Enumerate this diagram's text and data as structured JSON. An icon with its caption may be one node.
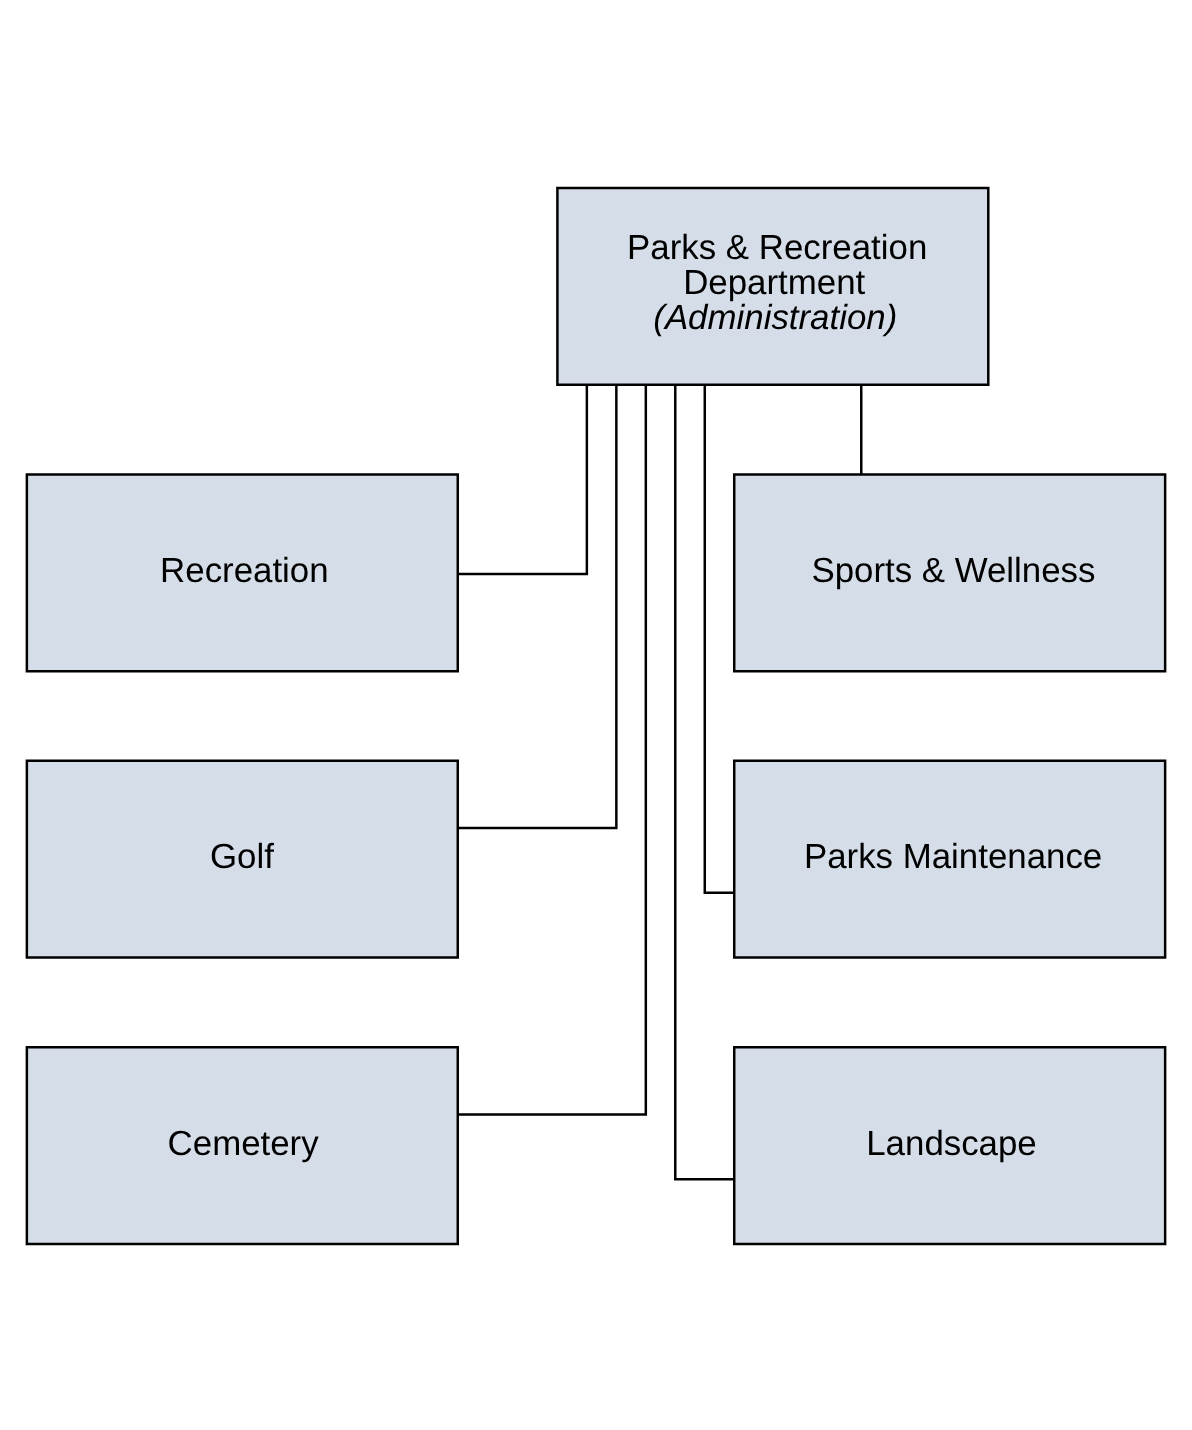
{
  "diagram": {
    "nodes": [
      {
        "text": [
          "Parks & Recreation Department *(Administration)*"
        ]
      },
      {
        "text": [
          "Recreation"
        ]
      },
      {
        "text": [
          "Sports & Wellness"
        ]
      },
      {
        "text": [
          "Golf"
        ]
      },
      {
        "text": [
          "Parks Maintenance"
        ]
      },
      {
        "text": [
          "Cemetery"
        ]
      },
      {
        "text": [
          "Landscape"
        ]
      }
    ],
    "edges": [
      {
        "from": 0,
        "to": 1,
        "arrow": "none"
      },
      {
        "from": 0,
        "to": 2,
        "arrow": "none"
      },
      {
        "from": 0,
        "to": 3,
        "arrow": "none"
      },
      {
        "from": 0,
        "to": 4,
        "arrow": "none"
      },
      {
        "from": 0,
        "to": 5,
        "arrow": "none"
      },
      {
        "from": 0,
        "to": 6,
        "arrow": "none"
      }
    ]
  }
}
